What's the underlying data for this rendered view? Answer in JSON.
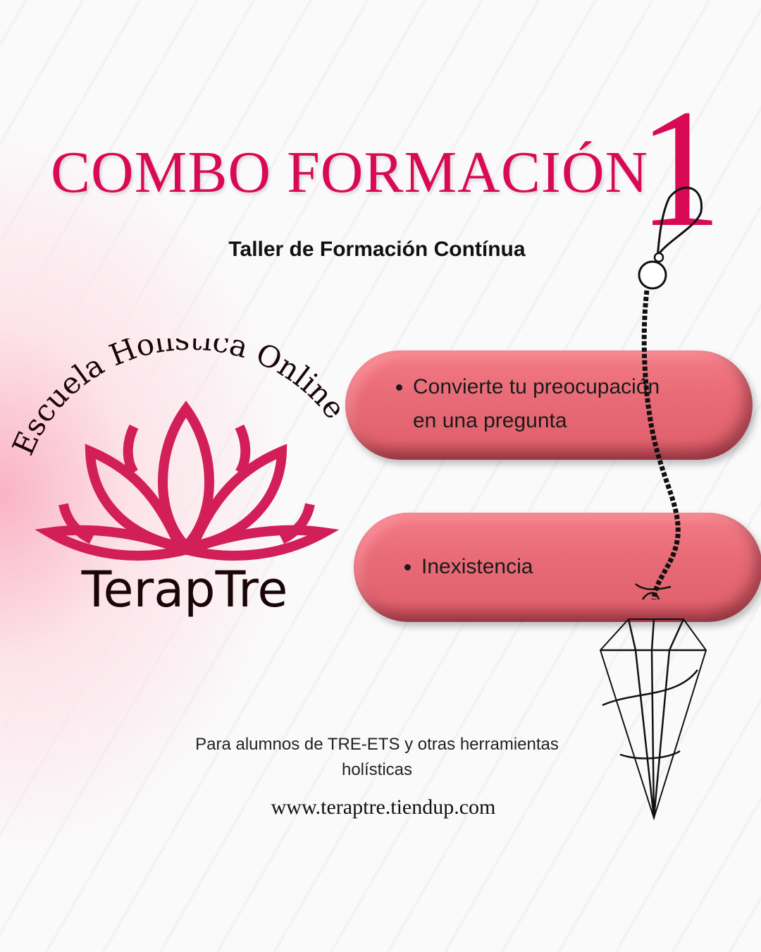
{
  "header": {
    "title": "COMBO FORMACIÓN",
    "number": "1",
    "subtitle": "Taller de Formación Contínua"
  },
  "logo": {
    "arc_text": "Escuela Holística Online",
    "brand": "TerapTre"
  },
  "items": [
    {
      "line1": "Convierte tu preocupación",
      "line2": "en una pregunta"
    },
    {
      "line1": "Inexistencia"
    }
  ],
  "footer": {
    "audience": "Para alumnos de TRE-ETS y otras herramientas holísticas",
    "url": "www.teraptre.tiendup.com"
  },
  "colors": {
    "accent": "#d90a55",
    "pill": "#e76a76",
    "lotus": "#d21f5a"
  }
}
